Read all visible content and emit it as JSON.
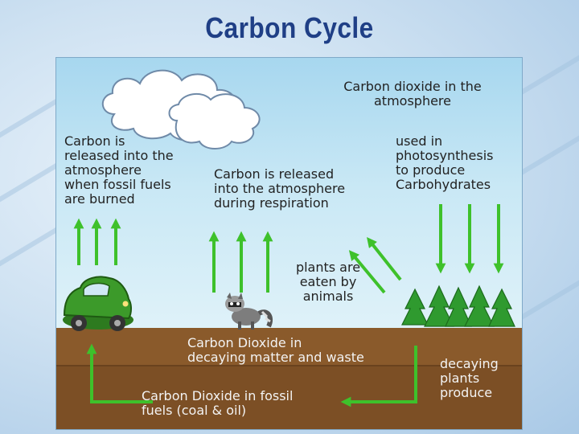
{
  "slide": {
    "title": "Carbon Cycle"
  },
  "diagram": {
    "labels": {
      "atmosphere": "Carbon dioxide in the\natmosphere",
      "fossil_fuels_burned": "Carbon is\nreleased into the\natmosphere\nwhen fossil fuels\nare burned",
      "respiration": "Carbon is released\ninto the atmosphere\nduring respiration",
      "photosynthesis": "used in\nphotosynthesis\nto produce\nCarbohydrates",
      "plants_eaten": "plants are\neaten by\nanimals",
      "decaying_matter": "Carbon Dioxide in\ndecaying matter and waste",
      "decaying_plants": "decaying\nplants\nproduce",
      "fossil_fuels": "Carbon Dioxide in fossil\nfuels (coal & oil)"
    },
    "colors": {
      "arrow": "#3ec12b",
      "soil": "#8a5a2b",
      "sky": "#bfe4f3",
      "tree": "#2f9a2f",
      "car": "#3c9a2a",
      "title": "#1f3f86"
    },
    "icons": [
      "cloud-icon",
      "car-icon",
      "raccoon-icon",
      "pine-tree-icon"
    ]
  }
}
